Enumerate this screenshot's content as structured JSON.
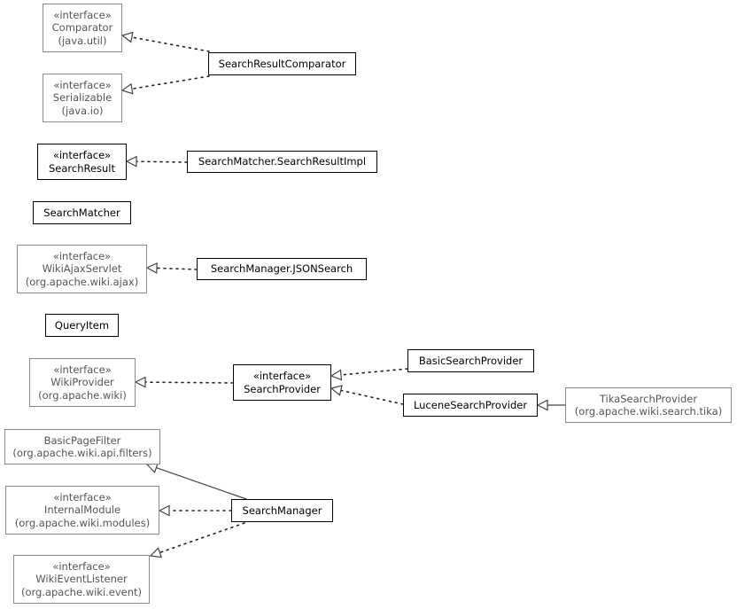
{
  "diagram": {
    "nodes": [
      {
        "id": "comparator",
        "stereotype": "«interface»",
        "name": "Comparator",
        "package": "(java.util)",
        "external": true
      },
      {
        "id": "serializable",
        "stereotype": "«interface»",
        "name": "Serializable",
        "package": "(java.io)",
        "external": true
      },
      {
        "id": "search-result-comparator",
        "stereotype": "",
        "name": "SearchResultComparator",
        "package": "",
        "external": false
      },
      {
        "id": "search-result",
        "stereotype": "«interface»",
        "name": "SearchResult",
        "package": "",
        "external": false
      },
      {
        "id": "search-result-impl",
        "stereotype": "",
        "name": "SearchMatcher.SearchResultImpl",
        "package": "",
        "external": false
      },
      {
        "id": "search-matcher",
        "stereotype": "",
        "name": "SearchMatcher",
        "package": "",
        "external": false
      },
      {
        "id": "wiki-ajax-servlet",
        "stereotype": "«interface»",
        "name": "WikiAjaxServlet",
        "package": "(org.apache.wiki.ajax)",
        "external": true
      },
      {
        "id": "json-search",
        "stereotype": "",
        "name": "SearchManager.JSONSearch",
        "package": "",
        "external": false
      },
      {
        "id": "query-item",
        "stereotype": "",
        "name": "QueryItem",
        "package": "",
        "external": false
      },
      {
        "id": "wiki-provider",
        "stereotype": "«interface»",
        "name": "WikiProvider",
        "package": "(org.apache.wiki)",
        "external": true
      },
      {
        "id": "search-provider",
        "stereotype": "«interface»",
        "name": "SearchProvider",
        "package": "",
        "external": false
      },
      {
        "id": "basic-search-provider",
        "stereotype": "",
        "name": "BasicSearchProvider",
        "package": "",
        "external": false
      },
      {
        "id": "lucene-search-provider",
        "stereotype": "",
        "name": "LuceneSearchProvider",
        "package": "",
        "external": false
      },
      {
        "id": "tika-search-provider",
        "stereotype": "",
        "name": "TikaSearchProvider",
        "package": "(org.apache.wiki.search.tika)",
        "external": true
      },
      {
        "id": "basic-page-filter",
        "stereotype": "",
        "name": "BasicPageFilter",
        "package": "(org.apache.wiki.api.filters)",
        "external": true
      },
      {
        "id": "internal-module",
        "stereotype": "«interface»",
        "name": "InternalModule",
        "package": "(org.apache.wiki.modules)",
        "external": true
      },
      {
        "id": "search-manager",
        "stereotype": "",
        "name": "SearchManager",
        "package": "",
        "external": false
      },
      {
        "id": "wiki-event-listener",
        "stereotype": "«interface»",
        "name": "WikiEventListener",
        "package": "(org.apache.wiki.event)",
        "external": true
      }
    ],
    "edges": [
      {
        "from": "search-result-comparator",
        "to": "comparator",
        "kind": "realization"
      },
      {
        "from": "search-result-comparator",
        "to": "serializable",
        "kind": "realization"
      },
      {
        "from": "search-result-impl",
        "to": "search-result",
        "kind": "realization"
      },
      {
        "from": "json-search",
        "to": "wiki-ajax-servlet",
        "kind": "realization"
      },
      {
        "from": "search-provider",
        "to": "wiki-provider",
        "kind": "realization"
      },
      {
        "from": "basic-search-provider",
        "to": "search-provider",
        "kind": "realization"
      },
      {
        "from": "lucene-search-provider",
        "to": "search-provider",
        "kind": "realization"
      },
      {
        "from": "tika-search-provider",
        "to": "lucene-search-provider",
        "kind": "generalization"
      },
      {
        "from": "search-manager",
        "to": "basic-page-filter",
        "kind": "generalization"
      },
      {
        "from": "search-manager",
        "to": "internal-module",
        "kind": "realization"
      },
      {
        "from": "search-manager",
        "to": "wiki-event-listener",
        "kind": "realization"
      }
    ]
  }
}
